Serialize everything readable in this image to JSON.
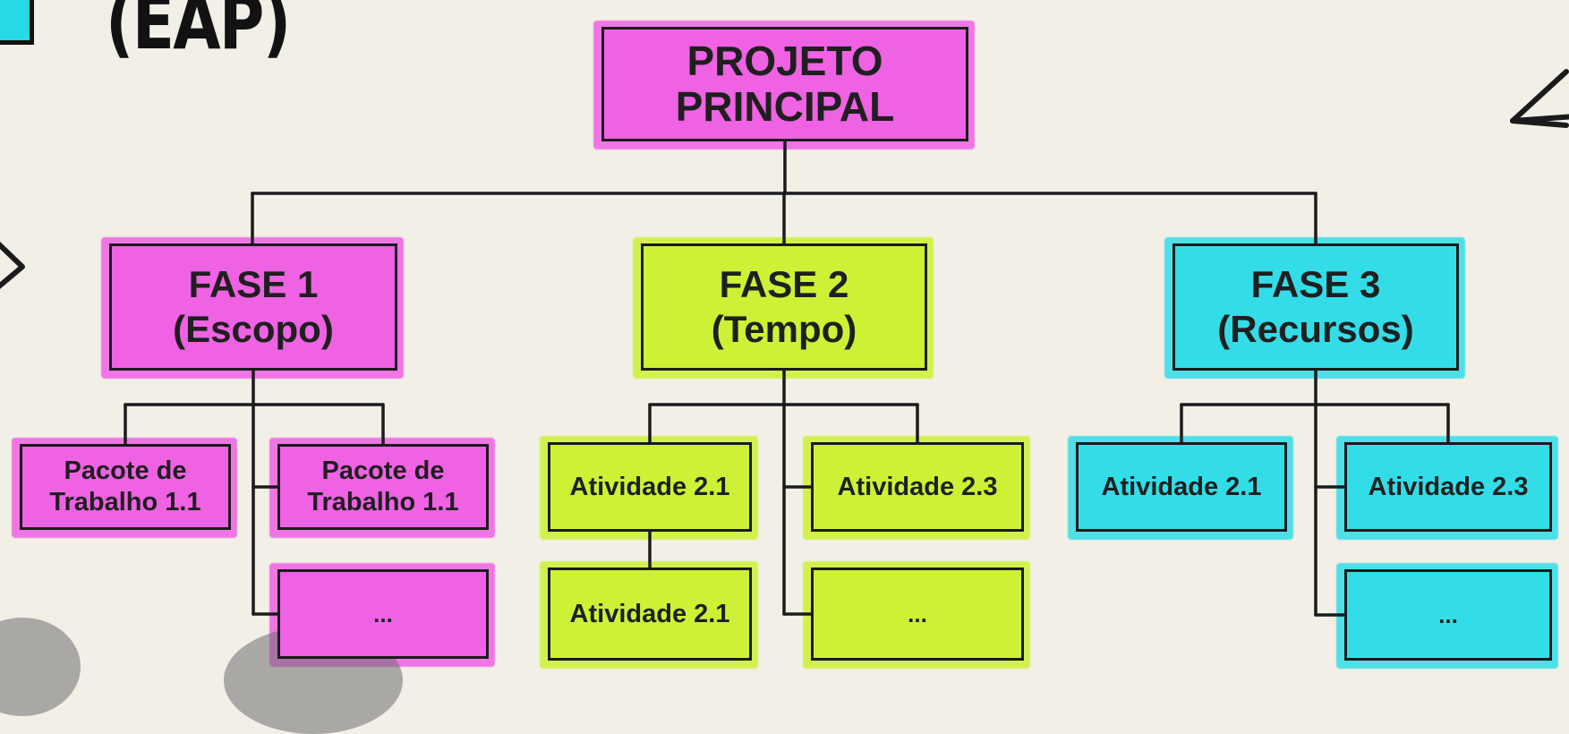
{
  "title": "(EAP)",
  "colors": {
    "background": "#f2efe6",
    "magenta": "#ef62e4",
    "lime": "#cdf235",
    "cyan": "#33dde8",
    "line": "#1b1b1b"
  },
  "root": {
    "label": "PROJETO PRINCIPAL",
    "lines": [
      "PROJETO",
      "PRINCIPAL"
    ]
  },
  "phases": [
    {
      "lines": [
        "FASE 1",
        "(Escopo)"
      ],
      "color": "magenta",
      "children": [
        {
          "lines": [
            "Pacote de",
            "Trabalho 1.1"
          ]
        },
        {
          "lines": [
            "Pacote de",
            "Trabalho 1.1"
          ]
        },
        {
          "lines": [
            "..."
          ]
        }
      ]
    },
    {
      "lines": [
        "FASE 2",
        "(Tempo)"
      ],
      "color": "lime",
      "children": [
        {
          "lines": [
            "Atividade 2.1"
          ]
        },
        {
          "lines": [
            "Atividade 2.3"
          ]
        },
        {
          "lines": [
            "Atividade 2.1"
          ]
        },
        {
          "lines": [
            "..."
          ]
        }
      ]
    },
    {
      "lines": [
        "FASE 3",
        "(Recursos)"
      ],
      "color": "cyan",
      "children": [
        {
          "lines": [
            "Atividade 2.1"
          ]
        },
        {
          "lines": [
            "Atividade 2.3"
          ]
        },
        {
          "lines": [
            "..."
          ]
        }
      ]
    }
  ],
  "decorations": [
    "arrow-left-icon",
    "arrow-right-icon"
  ]
}
